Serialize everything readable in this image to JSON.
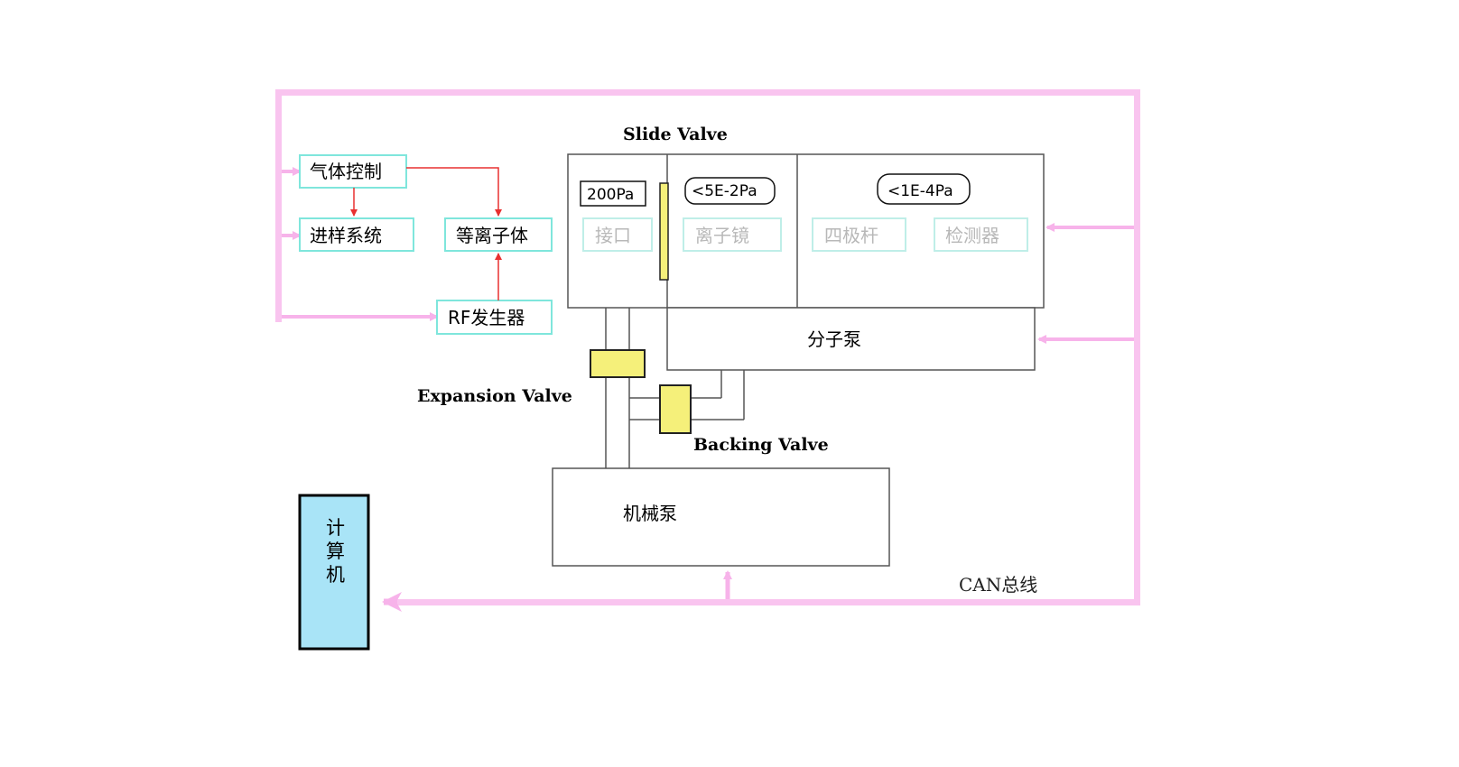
{
  "colors": {
    "bus": "#f9c4ef",
    "bus_line": "#f4b4e8",
    "cyan_box": "#7fe6dc",
    "grey_box": "#bfeee8",
    "red_arrow": "#e83030",
    "valve_fill": "#f5f07a",
    "computer_fill": "#a9e4f7"
  },
  "labels": {
    "slide_valve": "Slide Valve",
    "expansion_valve": "Expansion Valve",
    "backing_valve": "Backing Valve",
    "can_bus": "CAN总线"
  },
  "control": {
    "gas_control": "气体控制",
    "sample_intro": "进样系统",
    "plasma": "等离子体",
    "rf_generator": "RF发生器"
  },
  "vacuum": {
    "pressure_interface": "200Pa",
    "pressure_lens": "<5E-2Pa",
    "pressure_analyzer": "<1E-4Pa",
    "interface": "接口",
    "ion_lens": "离子镜",
    "quadrupole": "四极杆",
    "detector": "检测器",
    "turbo_pump": "分子泵",
    "mechanical_pump": "机械泵"
  },
  "computer": {
    "line1": "计",
    "line2": "算",
    "line3": "机"
  }
}
